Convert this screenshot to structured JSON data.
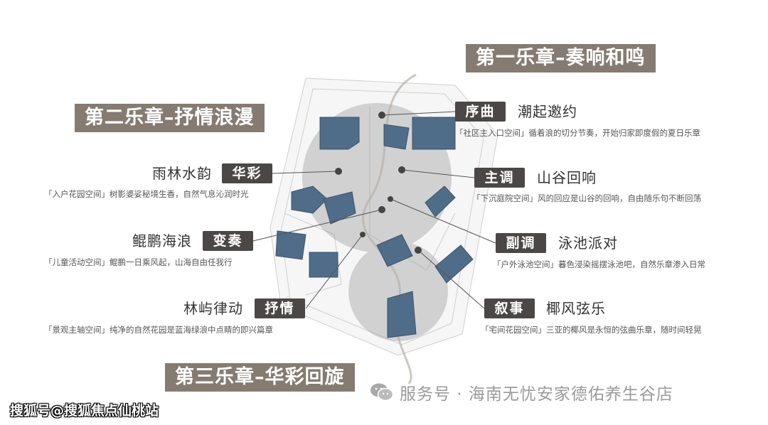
{
  "chapters": {
    "first": "第一乐章–奏响和鸣",
    "second": "第二乐章–抒情浪漫",
    "third": "第三乐章–华彩回旋"
  },
  "right_items": [
    {
      "tag": "序曲",
      "title": "潮起邀约",
      "desc": "「社区主入口空间」循着浪的切分节奏，开始归家即度假的夏日乐章"
    },
    {
      "tag": "主调",
      "title": "山谷回响",
      "desc": "「下沉庭院空间」风的回应是山谷的回响，自由随乐句不断回荡"
    },
    {
      "tag": "副调",
      "title": "泳池派对",
      "desc": "「户外泳池空间」暮色浸染摇摆泳池吧，自然乐章渗入日常"
    },
    {
      "tag": "叙事",
      "title": "椰风弦乐",
      "desc": "「宅间花园空间」三亚的椰风是永恒的弦曲乐章，随时间轻晃"
    }
  ],
  "left_items": [
    {
      "tag": "华彩",
      "title": "雨林水韵",
      "desc": "「入户花园空间」树影婆娑秘境生香，自然气息沁润时光"
    },
    {
      "tag": "变奏",
      "title": "鲲鹏海浪",
      "desc": "「儿童活动空间」鲲鹏一日乘风起，山海自由任我行"
    },
    {
      "tag": "抒情",
      "title": "林屿律动",
      "desc": "「景观主轴空间」纯净的自然花园是蓝海绿浪中点睛的即兴篇章"
    }
  ],
  "watermarks": {
    "sohu": "搜狐号@搜狐焦点仙桃站",
    "wechat": "服务号 · 海南无忧安家德佑养生谷店"
  },
  "colors": {
    "chapter_bg": "#857b71",
    "tag_bg": "#4a4746",
    "building": "#4f6d88"
  }
}
